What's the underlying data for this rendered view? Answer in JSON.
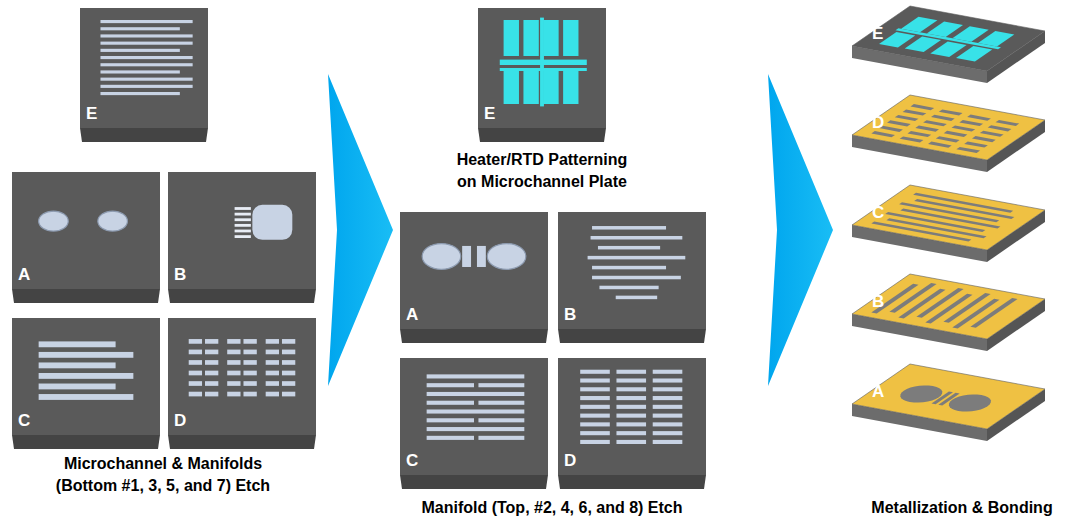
{
  "diagram": {
    "nodes": [
      {
        "text": [
          "E"
        ]
      },
      {
        "text": [
          "A"
        ]
      },
      {
        "text": [
          "B"
        ]
      },
      {
        "text": [
          "C"
        ]
      },
      {
        "text": [
          "D"
        ]
      },
      {
        "text": [
          "E"
        ]
      },
      {
        "text": [
          "A"
        ]
      },
      {
        "text": [
          "B"
        ]
      },
      {
        "text": [
          "C"
        ]
      },
      {
        "text": [
          "D"
        ]
      },
      {
        "text": [
          "E"
        ]
      },
      {
        "text": [
          "D"
        ]
      },
      {
        "text": [
          "C"
        ]
      },
      {
        "text": [
          "B"
        ]
      },
      {
        "text": [
          "A"
        ]
      }
    ],
    "labels": [
      "Microchannel & Manifolds (Bottom #1, 3, 5, and 7) Etch",
      "Heater/RTD Patterning on Microchannel Plate",
      "Manifold (Top, #2, 4, 6, and 8) Etch",
      "Metallization & Bonding"
    ]
  }
}
